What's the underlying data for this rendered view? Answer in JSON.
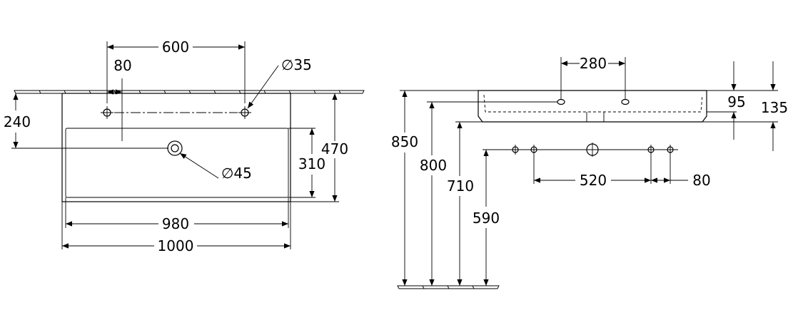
{
  "dimensions": {
    "top_hole_spacing": "600",
    "hole_offset": "80",
    "tap_hole_dia": "∅35",
    "side_depth": "240",
    "waste_dia": "∅45",
    "bowl_depth": "310",
    "total_depth": "470",
    "bowl_width": "980",
    "total_width": "1000",
    "overflow_spacing": "280",
    "height_95": "95",
    "height_135": "135",
    "height_850": "850",
    "height_800": "800",
    "height_710": "710",
    "height_590": "590",
    "fix_spacing_520": "520",
    "fix_offset_80": "80"
  }
}
